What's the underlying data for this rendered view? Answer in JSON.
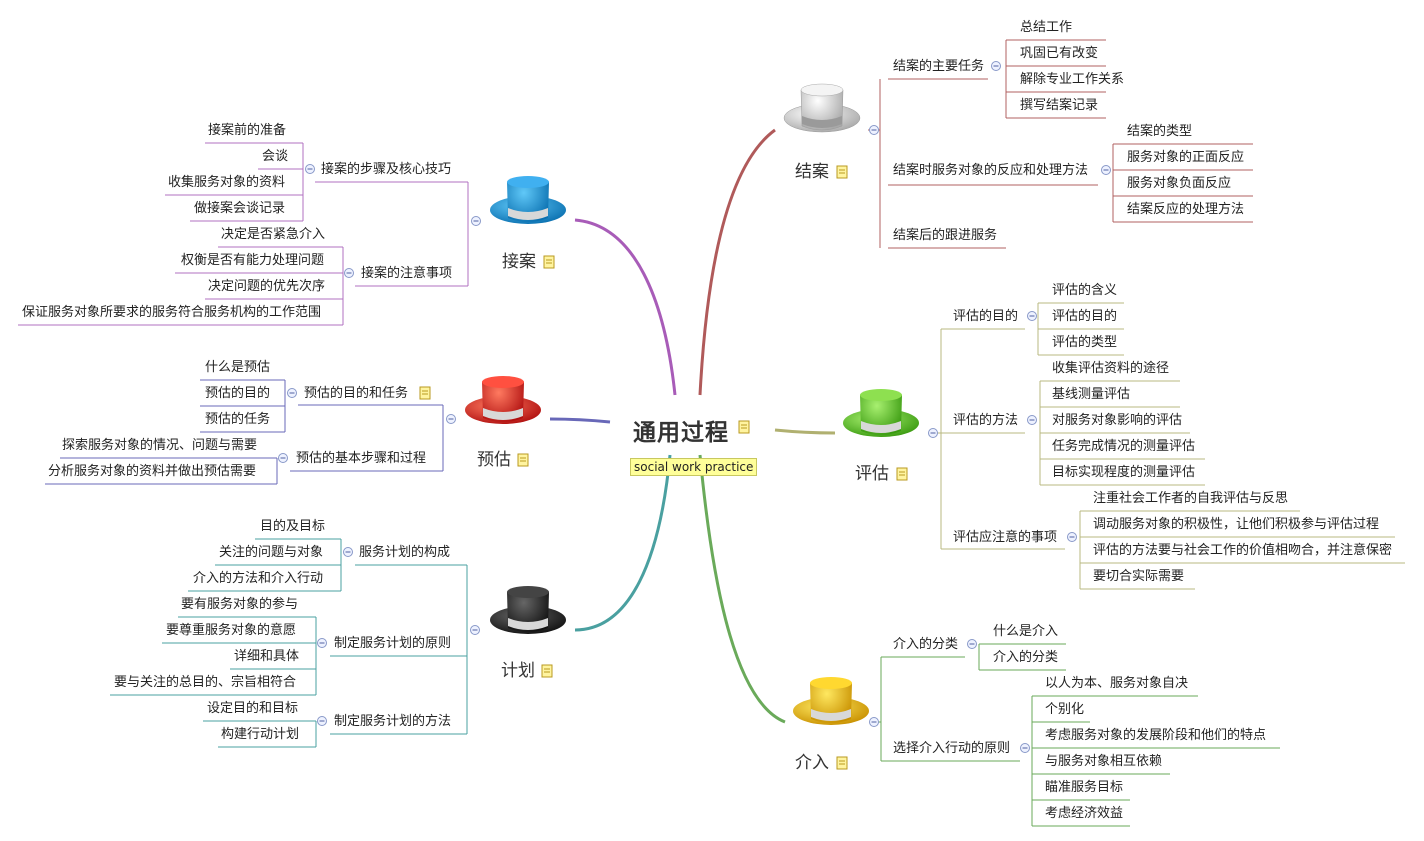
{
  "center": {
    "title": "通用过程",
    "subtitle": "social work practice"
  },
  "branches": {
    "jiean": {
      "label": "结案",
      "hat_color": "#e8e8e8",
      "items": {
        "g1": {
          "label": "结案的主要任务",
          "items": [
            "总结工作",
            "巩固已有改变",
            "解除专业工作关系",
            "撰写结案记录"
          ]
        },
        "g2": {
          "label": "结案时服务对象的反应和处理方法",
          "items": [
            "结案的类型",
            "服务对象的正面反应",
            "服务对象负面反应",
            "结案反应的处理方法"
          ]
        },
        "g3": {
          "label": "结案后的跟进服务"
        }
      }
    },
    "pinggu": {
      "label": "评估",
      "hat_color": "#5cc12a",
      "items": {
        "g1": {
          "label": "评估的目的",
          "items": [
            "评估的含义",
            "评估的目的",
            "评估的类型"
          ]
        },
        "g2": {
          "label": "评估的方法",
          "items": [
            "收集评估资料的途径",
            "基线测量评估",
            "对服务对象影响的评估",
            "任务完成情况的测量评估",
            "目标实现程度的测量评估"
          ]
        },
        "g3": {
          "label": "评估应注意的事项",
          "items": [
            "注重社会工作者的自我评估与反思",
            "调动服务对象的积极性，让他们积极参与评估过程",
            "评估的方法要与社会工作的价值相吻合，并注意保密",
            "要切合实际需要"
          ]
        }
      }
    },
    "jieru": {
      "label": "介入",
      "hat_color": "#f0c000",
      "items": {
        "g1": {
          "label": "介入的分类",
          "items": [
            "什么是介入",
            "介入的分类"
          ]
        },
        "g2": {
          "label": "选择介入行动的原则",
          "items": [
            "以人为本、服务对象自决",
            "个别化",
            "考虑服务对象的发展阶段和他们的特点",
            "与服务对象相互依赖",
            "瞄准服务目标",
            "考虑经济效益"
          ]
        }
      }
    },
    "jiean2": {
      "label": "接案",
      "hat_color": "#1a8fd0",
      "items": {
        "g1": {
          "label": "接案的步骤及核心技巧",
          "items": [
            "接案前的准备",
            "会谈",
            "收集服务对象的资料",
            "做接案会谈记录"
          ]
        },
        "g2": {
          "label": "接案的注意事项",
          "items": [
            "决定是否紧急介入",
            "权衡是否有能力处理问题",
            "决定问题的优先次序",
            "保证服务对象所要求的服务符合服务机构的工作范围"
          ]
        }
      }
    },
    "yugu": {
      "label": "预估",
      "hat_color": "#e0281e",
      "items": {
        "g1": {
          "label": "预估的目的和任务",
          "items": [
            "什么是预估",
            "预估的目的",
            "预估的任务"
          ]
        },
        "g2": {
          "label": "预估的基本步骤和过程",
          "items": [
            "探索服务对象的情况、问题与需要",
            "分析服务对象的资料并做出预估需要"
          ]
        }
      }
    },
    "jihua": {
      "label": "计划",
      "hat_color": "#222222",
      "items": {
        "g1": {
          "label": "服务计划的构成",
          "items": [
            "目的及目标",
            "关注的问题与对象",
            "介入的方法和介入行动"
          ]
        },
        "g2": {
          "label": "制定服务计划的原则",
          "items": [
            "要有服务对象的参与",
            "要尊重服务对象的意愿",
            "详细和具体",
            "要与关注的总目的、宗旨相符合"
          ]
        },
        "g3": {
          "label": "制定服务计划的方法",
          "items": [
            "设定目的和目标",
            "构建行动计划"
          ]
        }
      }
    }
  },
  "colors": {
    "jiean": "#b05050",
    "pinggu": "#a8a860",
    "jieru": "#5aa04a",
    "jiean2": "#a050b0",
    "yugu": "#6060b0",
    "jihua": "#3a9a9a"
  }
}
